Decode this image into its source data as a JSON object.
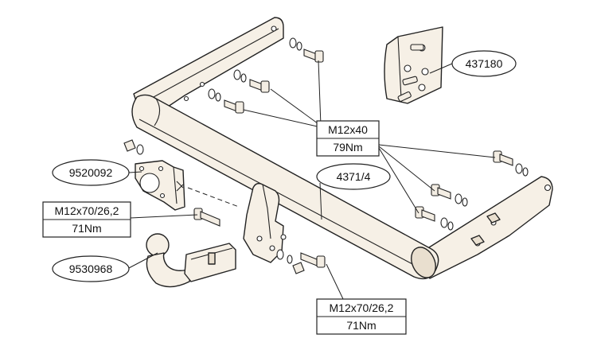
{
  "labels": {
    "bracket_kit": "437180",
    "bolt_upper": "M12x40",
    "torque_upper": "79Nm",
    "towbar": "4371/4",
    "socket_plate": "9520092",
    "bolt_left": "M12x70/26,2",
    "torque_left": "71Nm",
    "tow_ball": "9530968",
    "bolt_bottom": "M12x70/26,2",
    "torque_bottom": "71Nm"
  }
}
